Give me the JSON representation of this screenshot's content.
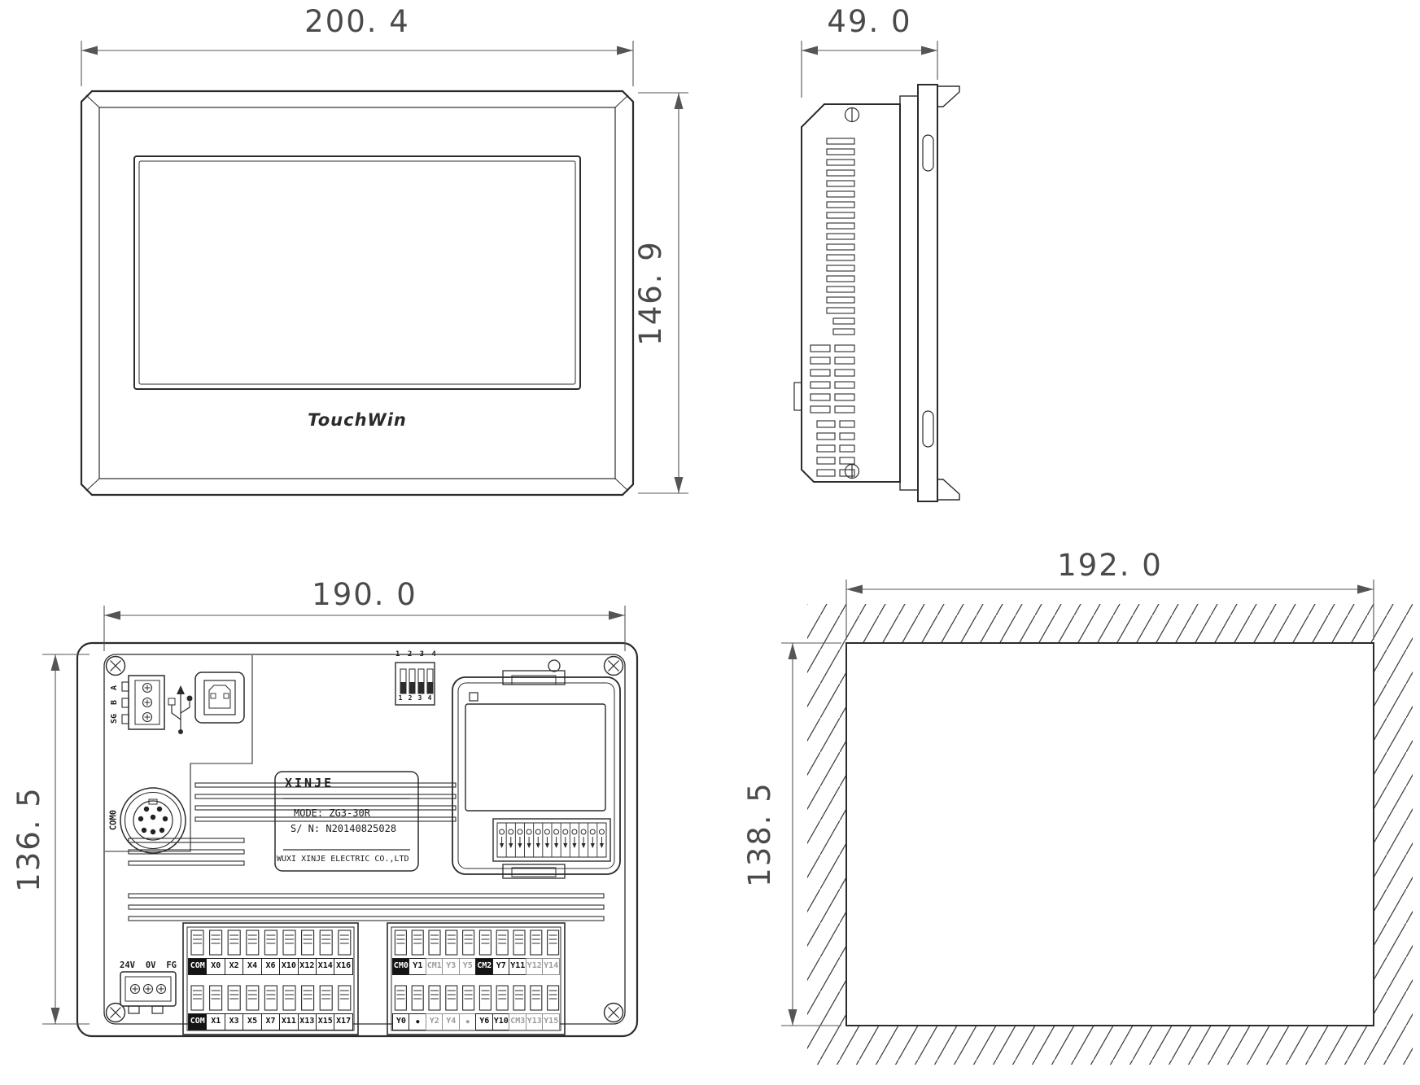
{
  "front_view": {
    "width_dim": "200. 4",
    "height_dim": "146. 9",
    "logo": "TouchWin"
  },
  "side_view": {
    "width_dim": "49. 0"
  },
  "back_view": {
    "width_dim": "190. 0",
    "height_dim": "136. 5",
    "comm_port_labels": [
      "A",
      "B",
      "SG"
    ],
    "com0_label": "COM0",
    "dip_switch": {
      "top_label": "1 2 3 4",
      "digits": [
        "1",
        "2",
        "3",
        "4"
      ]
    },
    "nameplate": {
      "brand": "XINJE",
      "model_line": "MODE: ZG3-30R",
      "serial_line": "S/ N: N20140825028",
      "company": "WUXI XINJE ELECTRIC CO.,LTD"
    },
    "power_labels": [
      "24V",
      "0V",
      "FG"
    ],
    "x_block": {
      "row1": [
        {
          "t": "COM",
          "s": "inv"
        },
        {
          "t": "X0"
        },
        {
          "t": "X2"
        },
        {
          "t": "X4"
        },
        {
          "t": "X6"
        },
        {
          "t": "X10"
        },
        {
          "t": "X12"
        },
        {
          "t": "X14"
        },
        {
          "t": "X16"
        }
      ],
      "row2": [
        {
          "t": "COM",
          "s": "inv"
        },
        {
          "t": "X1"
        },
        {
          "t": "X3"
        },
        {
          "t": "X5"
        },
        {
          "t": "X7"
        },
        {
          "t": "X11"
        },
        {
          "t": "X13"
        },
        {
          "t": "X15"
        },
        {
          "t": "X17"
        }
      ]
    },
    "y_block": {
      "row1": [
        {
          "t": "CM0",
          "s": "inv"
        },
        {
          "t": "Y1"
        },
        {
          "t": "CM1",
          "s": "gray"
        },
        {
          "t": "Y3",
          "s": "gray"
        },
        {
          "t": "Y5",
          "s": "gray"
        },
        {
          "t": "CM2",
          "s": "inv"
        },
        {
          "t": "Y7"
        },
        {
          "t": "Y11"
        },
        {
          "t": "Y12",
          "s": "gray"
        },
        {
          "t": "Y14",
          "s": "gray"
        }
      ],
      "row2": [
        {
          "t": "Y0"
        },
        {
          "t": "●",
          "s": "dot"
        },
        {
          "t": "Y2",
          "s": "gray"
        },
        {
          "t": "Y4",
          "s": "gray"
        },
        {
          "t": "●",
          "s": "dot gray"
        },
        {
          "t": "Y6"
        },
        {
          "t": "Y10"
        },
        {
          "t": "CM3",
          "s": "gray"
        },
        {
          "t": "Y13",
          "s": "gray"
        },
        {
          "t": "Y15",
          "s": "gray"
        }
      ]
    }
  },
  "cutout_view": {
    "width_dim": "192. 0",
    "height_dim": "138. 5"
  }
}
